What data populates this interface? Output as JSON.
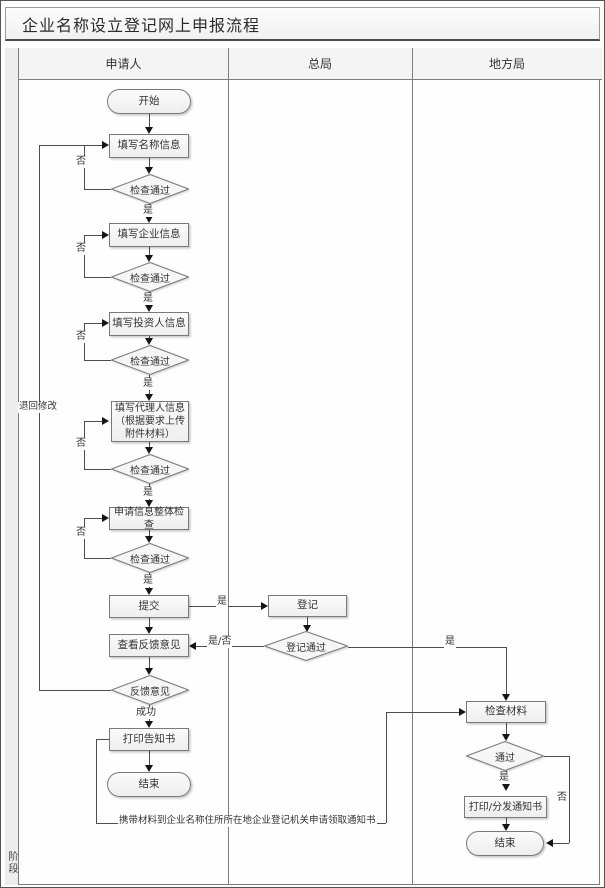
{
  "title": "企业名称设立登记网上申报流程",
  "lanes": {
    "stage": "阶段",
    "applicant": "申请人",
    "central": "总局",
    "local": "地方局"
  },
  "nodes": {
    "start": "开始",
    "fill_name": "填写名称信息",
    "check_pass": "检查通过",
    "fill_company": "填写企业信息",
    "fill_investor": "填写投资人信息",
    "fill_agent": "填写代理人信息（根据要求上传附件材料）",
    "overall_check": "申请信息整体检查",
    "submit": "提交",
    "view_feedback": "查看反馈意见",
    "feedback": "反馈意见",
    "print_notice": "打印告知书",
    "end": "结束",
    "register": "登记",
    "register_pass": "登记通过",
    "check_materials": "检查材料",
    "pass": "通过",
    "print_distribute": "打印/分发通知书"
  },
  "edge_labels": {
    "yes": "是",
    "no": "否",
    "yes_no": "是/否",
    "success": "成功",
    "return_modify": "退回修改",
    "carry_materials": "携带材料到企业名称住所所在地企业登记机关申请领取通知书"
  }
}
